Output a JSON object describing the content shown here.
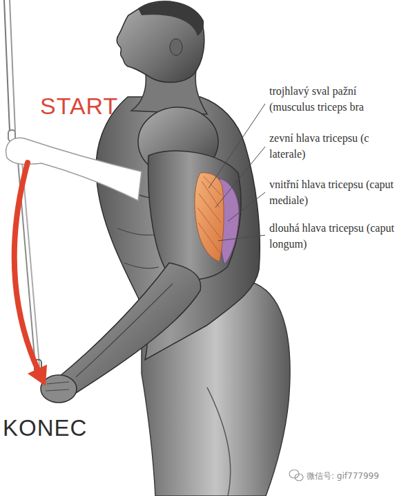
{
  "diagram": {
    "labels": [
      "START",
      "trojhlavý sval pažní (musculus triceps bra",
      "zevní hlava tricepsu (c laterale)",
      "vnitřní hlava tricepsu (caput mediale)",
      "dlouhá hlava tricepsu (caput longum)",
      "KONEC",
      "微信号: gif777999"
    ]
  }
}
